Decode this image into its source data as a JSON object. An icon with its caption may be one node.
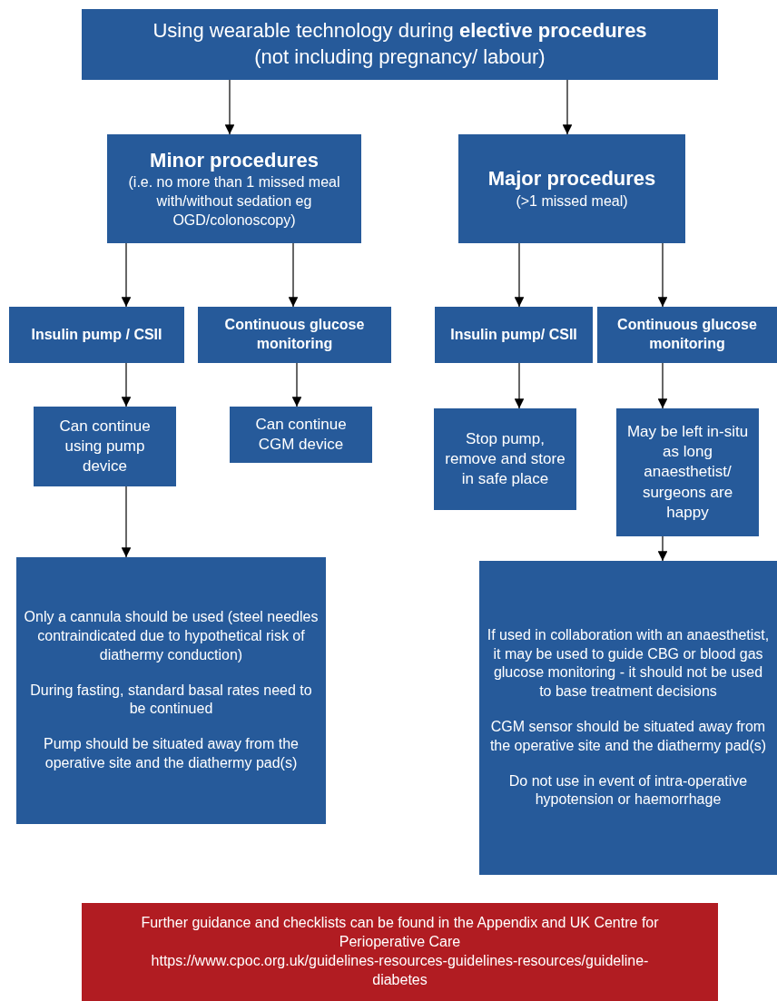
{
  "diagram": {
    "nodes": [
      {
        "text": [
          "Using wearable technology during **elective procedures**",
          "(not including pregnancy/ labour)"
        ]
      },
      {
        "text": [
          "Minor procedures",
          "(i.e. no more than 1 missed meal with/without sedation eg OGD/colonoscopy)"
        ]
      },
      {
        "text": [
          "Major procedures",
          "(>1 missed meal)"
        ]
      },
      {
        "text": [
          "Insulin pump / CSII"
        ]
      },
      {
        "text": [
          "Continuous glucose monitoring"
        ]
      },
      {
        "text": [
          "Insulin pump/ CSII"
        ]
      },
      {
        "text": [
          "Continuous glucose monitoring"
        ]
      },
      {
        "text": [
          "Can continue using pump device"
        ]
      },
      {
        "text": [
          "Can continue CGM device"
        ]
      },
      {
        "text": [
          "Stop pump, remove and store in safe place"
        ]
      },
      {
        "text": [
          "May be left in-situ as long anaesthetist/ surgeons are happy"
        ]
      },
      {
        "text": [
          "Only a cannula should be used (steel needles contraindicated due to hypothetical risk of diathermy conduction)",
          "During fasting, standard basal rates need to be continued",
          "Pump should be situated away from the operative site and the diathermy pad(s)"
        ]
      },
      {
        "text": [
          "If used in collaboration with an anaesthetist, it may be used to guide CBG or blood gas glucose monitoring - it should not be used to base treatment decisions",
          "CGM sensor should be situated away from the operative site and the diathermy pad(s)",
          "Do not use in event of intra-operative hypotension or haemorrhage"
        ]
      },
      {
        "text": [
          "Further guidance and checklists can be found in the Appendix and UK Centre for Perioperative Care",
          "https://www.cpoc.org.uk/guidelines-resources-guidelines-resources/guideline-diabetes"
        ]
      }
    ],
    "edges": [
      {
        "from": 0,
        "to": 1,
        "arrow": "to"
      },
      {
        "from": 0,
        "to": 2,
        "arrow": "to"
      },
      {
        "from": 1,
        "to": 3,
        "arrow": "to"
      },
      {
        "from": 1,
        "to": 4,
        "arrow": "to"
      },
      {
        "from": 2,
        "to": 5,
        "arrow": "to"
      },
      {
        "from": 2,
        "to": 6,
        "arrow": "to"
      },
      {
        "from": 3,
        "to": 7,
        "arrow": "to"
      },
      {
        "from": 4,
        "to": 8,
        "arrow": "to"
      },
      {
        "from": 5,
        "to": 9,
        "arrow": "to"
      },
      {
        "from": 6,
        "to": 10,
        "arrow": "to"
      },
      {
        "from": 7,
        "to": 11,
        "arrow": "to"
      },
      {
        "from": 10,
        "to": 12,
        "arrow": "to"
      }
    ]
  }
}
